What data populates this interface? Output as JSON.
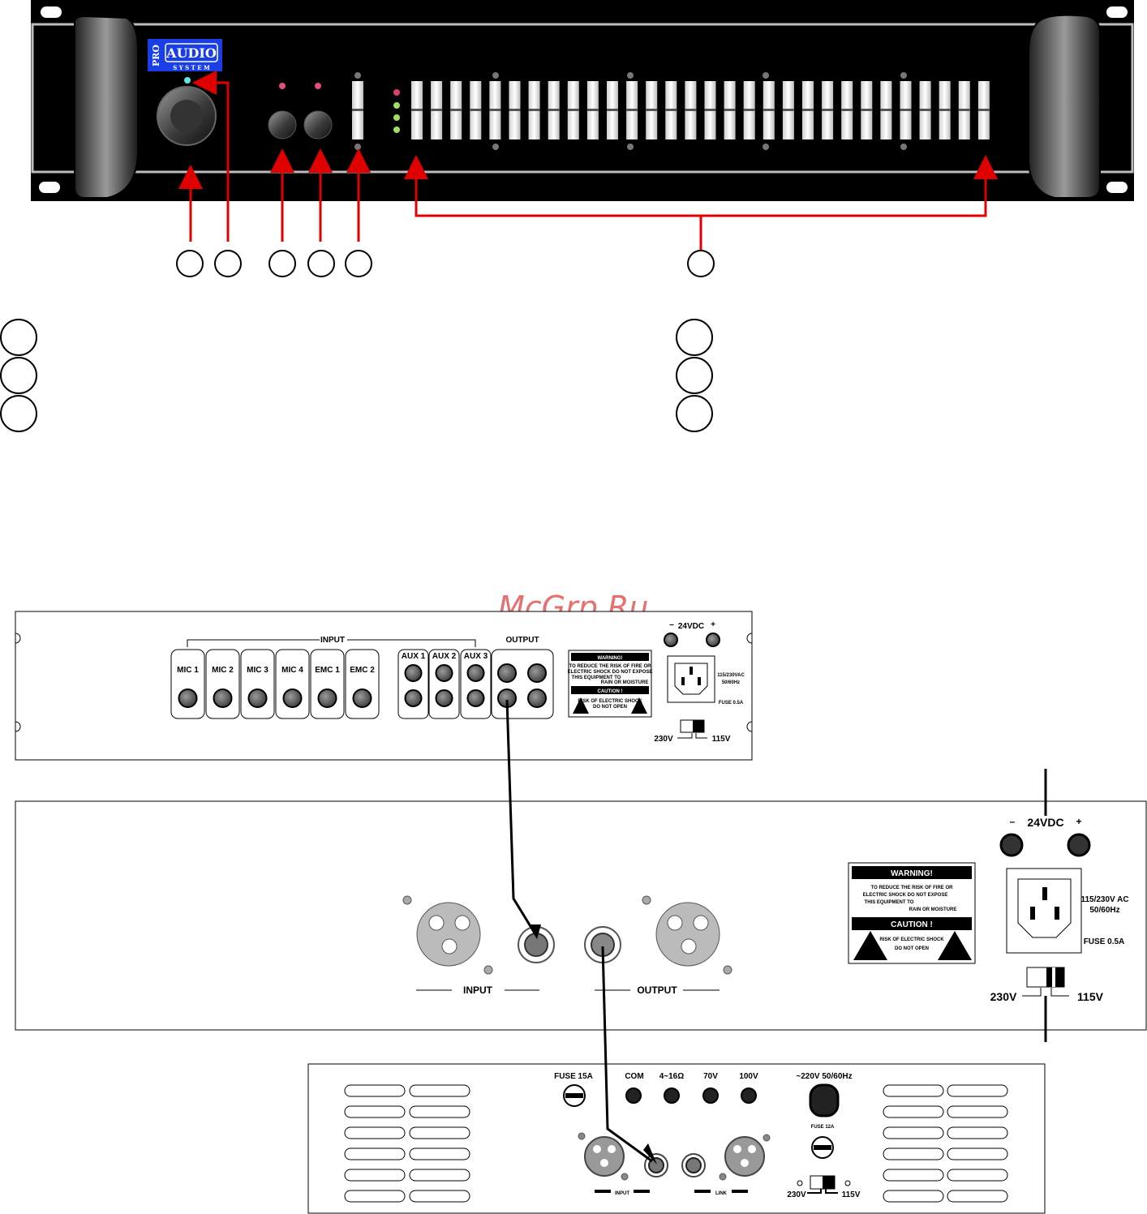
{
  "watermark": "McGrp.Ru",
  "colors": {
    "panel": "#000000",
    "arrow": "#e00000",
    "logo_bg": "#1a3fe8",
    "wire": "#000000"
  },
  "front_panel": {
    "logo": {
      "vertical": "PRO",
      "main": "AUDIO",
      "sub": "S Y S T E M"
    }
  },
  "mixer_rear": {
    "input_group": "INPUT",
    "output_group": "OUTPUT",
    "dc_label": "24VDC",
    "minus": "–",
    "plus": "+",
    "channels": [
      "MIC 1",
      "MIC 2",
      "MIC 3",
      "MIC 4",
      "EMC 1",
      "EMC 2"
    ],
    "aux": [
      "AUX 1",
      "AUX 2",
      "AUX 3"
    ],
    "ac_label_1": "115/230VAC",
    "ac_label_2": "50/60Hz",
    "fuse": "FUSE 0.5A",
    "v230": "230V",
    "v115": "115V",
    "warning": {
      "title": "WARNING!",
      "line1": "TO REDUCE THE RISK OF FIRE OR",
      "line2": "ELECTRIC SHOCK DO NOT EXPOSE",
      "line3": "THIS EQUIPMENT TO",
      "line4": "RAIN OR MOISTURE",
      "caution": "CAUTION !",
      "c1": "RISK OF ELECTRIC SHOCK",
      "c2": "DO NOT OPEN"
    }
  },
  "eq_rear": {
    "dc_label": "24VDC",
    "minus": "–",
    "plus": "+",
    "ac_label_1": "115/230V AC",
    "ac_label_2": "50/60Hz",
    "fuse": "FUSE 0.5A",
    "v230": "230V",
    "v115": "115V",
    "input": "INPUT",
    "output": "OUTPUT",
    "warning": {
      "title": "WARNING!",
      "line1": "TO  REDUCE  THE  RISK  OF  FIRE  OR",
      "line2": "ELECTRIC  SHOCK  DO  NOT  EXPOSE",
      "line3": "THIS  EQUIPMENT  TO",
      "line4": "RAIN  OR  MOISTURE",
      "caution": "CAUTION !",
      "c1": "RISK OF ELECTRIC SHOCK",
      "c2": "DO NOT OPEN"
    }
  },
  "amp_rear": {
    "fuse15": "FUSE 15A",
    "com": "COM",
    "ohm": "4~16Ω",
    "v70": "70V",
    "v100": "100V",
    "mains": "~220V 50/60Hz",
    "fuse12": "FUSE 12A",
    "input": "INPUT",
    "link": "LINK",
    "v230": "230V",
    "v115": "115V"
  }
}
